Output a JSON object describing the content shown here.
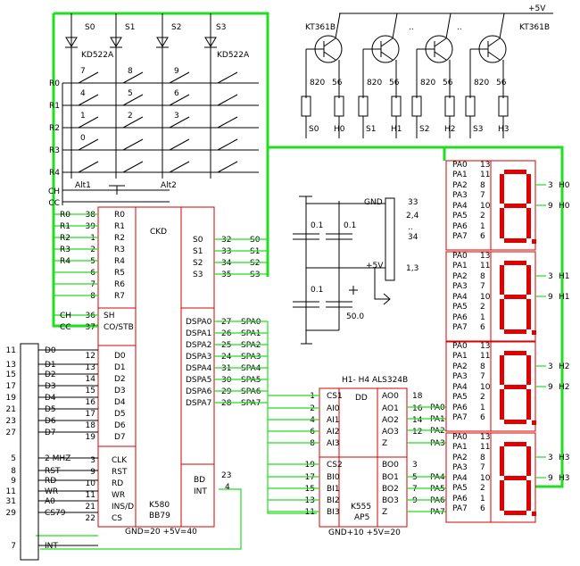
{
  "supply": "+5V",
  "diodes": {
    "labels": [
      "S0",
      "S1",
      "S2",
      "S3"
    ],
    "part": "KD522A"
  },
  "transistors": {
    "part": "KT361B",
    "dots": ".."
  },
  "resistors": {
    "base": "820",
    "coll": "56",
    "labels": [
      "S0",
      "H0",
      "S1",
      "H1",
      "S2",
      "H2",
      "S3",
      "H3"
    ]
  },
  "keypad": {
    "keys": [
      "7",
      "8",
      "9",
      "4",
      "5",
      "6",
      "1",
      "2",
      "3",
      "0"
    ],
    "rows": [
      "R0",
      "R1",
      "R2",
      "R3",
      "R4"
    ],
    "ctrl": [
      "CH",
      "CC"
    ],
    "alt": [
      "Alt1",
      "Alt2"
    ]
  },
  "kbd_ic": {
    "name": "CKD",
    "part1": "K580",
    "part2": "BB79",
    "power": "GND=20 +5V=40",
    "left_sig": [
      "R0",
      "R1",
      "R2",
      "R3",
      "R4",
      "",
      "",
      "",
      "CH",
      "CC"
    ],
    "left_pins": [
      "38",
      "39",
      "1",
      "2",
      "5",
      "6",
      "7",
      "8",
      "36",
      "37"
    ],
    "left_names": [
      "R0",
      "R1",
      "R2",
      "R3",
      "R4",
      "R5",
      "R6",
      "R7",
      "SH",
      "CO/STB"
    ],
    "right_names": [
      "S0",
      "S1",
      "S2",
      "S3"
    ],
    "right_pins": [
      "32",
      "33",
      "34",
      "35"
    ],
    "right_sig": [
      "S0",
      "S1",
      "S2",
      "S3"
    ],
    "d_names": [
      "D0",
      "D1",
      "D2",
      "D3",
      "D4",
      "D5",
      "D6",
      "D7"
    ],
    "d_pins": [
      "12",
      "13",
      "14",
      "15",
      "16",
      "17",
      "18",
      "19"
    ],
    "dspa_names": [
      "DSPA0",
      "DSPA1",
      "DSPA2",
      "DSPA3",
      "DSPA4",
      "DSPA5",
      "DSPA6",
      "DSPA7"
    ],
    "dspa_pins": [
      "27",
      "26",
      "25",
      "24",
      "31",
      "30",
      "29",
      "28"
    ],
    "spa_sig": [
      "SPA0",
      "SPA1",
      "SPA2",
      "SPA3",
      "SPA4",
      "SPA5",
      "SPA6",
      "SPA7"
    ],
    "ctl_names": [
      "CLK",
      "RST",
      "RD",
      "WR",
      "INS/D",
      "CS"
    ],
    "ctl_pins": [
      "3",
      "9",
      "10",
      "11",
      "21",
      "22"
    ],
    "bd": "BD",
    "int": "INT",
    "bd_pin": "23",
    "int_pin": "4"
  },
  "bus": {
    "pins": [
      "11",
      "13",
      "15",
      "17",
      "19",
      "21",
      "23",
      "27",
      "5",
      "8",
      "9",
      "11",
      "31",
      "29",
      "7"
    ],
    "sigs": [
      "D0",
      "D1",
      "D2",
      "D3",
      "D4",
      "D5",
      "D6",
      "D7",
      "2 MHZ",
      "RST",
      "RD",
      "WR",
      "A0",
      "CS79",
      "INT"
    ]
  },
  "caps": {
    "values": [
      "0.1",
      "0.1",
      "0.1",
      "50.0"
    ],
    "gnd": "GND",
    "plus": "+5V",
    "pins_gnd": [
      "33",
      "2,4",
      "..",
      "34"
    ],
    "pins_pwr": "1,3"
  },
  "dd": {
    "title": "H1- H4 ALS324B",
    "name": "DD",
    "part1": "K555",
    "part2": "AP5",
    "power": "GND+10 +5V=20",
    "left": [
      "CS1",
      "AI0",
      "AI1",
      "AI2",
      "AI3",
      "CS2",
      "BI0",
      "BI1",
      "BI2",
      "BI3"
    ],
    "left_pins": [
      "1",
      "2",
      "4",
      "6",
      "8",
      "19",
      "17",
      "15",
      "13",
      "11"
    ],
    "right": [
      "AO0",
      "AO1",
      "AO2",
      "AO3",
      "Z",
      "BO0",
      "BO1",
      "BO2",
      "BO3",
      "Z"
    ],
    "right_pins": [
      "18",
      "16",
      "14",
      "12",
      "",
      "3",
      "5",
      "7",
      "9",
      ""
    ],
    "out": [
      "PA0",
      "PA1",
      "PA2",
      "PA3",
      "PA4",
      "PA5",
      "PA6",
      "PA7"
    ]
  },
  "digits": {
    "pa": [
      "PA0",
      "PA1",
      "PA2",
      "PA3",
      "PA4",
      "PA5",
      "PA6",
      "PA7"
    ],
    "pins": [
      "13",
      "11",
      "8",
      "7",
      "10",
      "2",
      "1",
      "6"
    ],
    "right_pins": [
      "3",
      "9"
    ],
    "right_sig": [
      [
        "H0",
        "H0"
      ],
      [
        "H1",
        "H1"
      ],
      [
        "H2",
        "H2"
      ],
      [
        "H3",
        "H3"
      ]
    ]
  }
}
